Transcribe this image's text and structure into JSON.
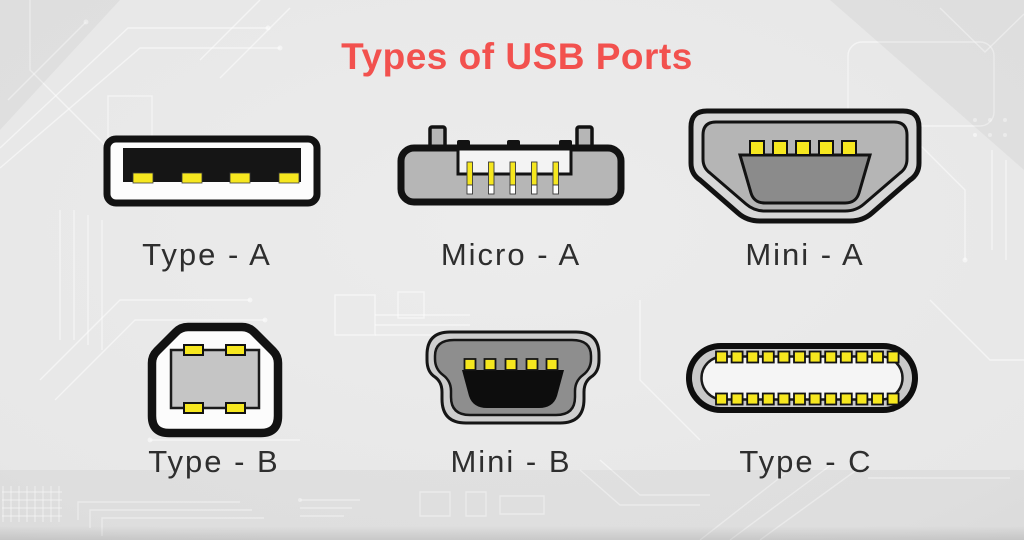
{
  "title": "Types of USB Ports",
  "colors": {
    "title_red": "#F2514E",
    "label_dark": "#2E2E2E",
    "pin_yellow": "#F6E71F",
    "outline_black": "#121212",
    "background_gray": "#E8E8E8"
  },
  "ports": [
    {
      "id": "type-a",
      "label": "Type - A",
      "pins": 4
    },
    {
      "id": "micro-a",
      "label": "Micro - A",
      "pins": 5
    },
    {
      "id": "mini-a",
      "label": "Mini - A",
      "pins": 5
    },
    {
      "id": "type-b",
      "label": "Type - B",
      "pins": 4
    },
    {
      "id": "mini-b",
      "label": "Mini - B",
      "pins": 5
    },
    {
      "id": "type-c",
      "label": "Type - C",
      "pins": 24
    }
  ]
}
